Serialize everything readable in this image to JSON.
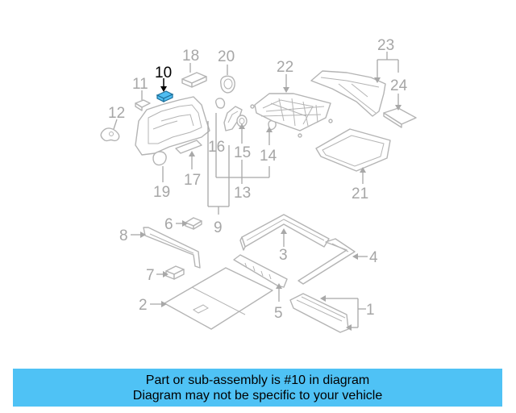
{
  "diagram": {
    "highlighted_part": "10",
    "highlight_color": "#4fbdf2",
    "callouts": [
      {
        "id": "1",
        "label": "1"
      },
      {
        "id": "2",
        "label": "2"
      },
      {
        "id": "3",
        "label": "3"
      },
      {
        "id": "4",
        "label": "4"
      },
      {
        "id": "5",
        "label": "5"
      },
      {
        "id": "6",
        "label": "6"
      },
      {
        "id": "7",
        "label": "7"
      },
      {
        "id": "8",
        "label": "8"
      },
      {
        "id": "9",
        "label": "9"
      },
      {
        "id": "10",
        "label": "10"
      },
      {
        "id": "11",
        "label": "11"
      },
      {
        "id": "12",
        "label": "12"
      },
      {
        "id": "13",
        "label": "13"
      },
      {
        "id": "14",
        "label": "14"
      },
      {
        "id": "15",
        "label": "15"
      },
      {
        "id": "16",
        "label": "16"
      },
      {
        "id": "17",
        "label": "17"
      },
      {
        "id": "18",
        "label": "18"
      },
      {
        "id": "19",
        "label": "19"
      },
      {
        "id": "20",
        "label": "20"
      },
      {
        "id": "21",
        "label": "21"
      },
      {
        "id": "22",
        "label": "22"
      },
      {
        "id": "23",
        "label": "23"
      },
      {
        "id": "24",
        "label": "24"
      }
    ]
  },
  "banner": {
    "line1": "Part or sub-assembly is #10 in diagram",
    "line2": "Diagram may not be specific to your vehicle",
    "color": "#4fc2f5"
  }
}
